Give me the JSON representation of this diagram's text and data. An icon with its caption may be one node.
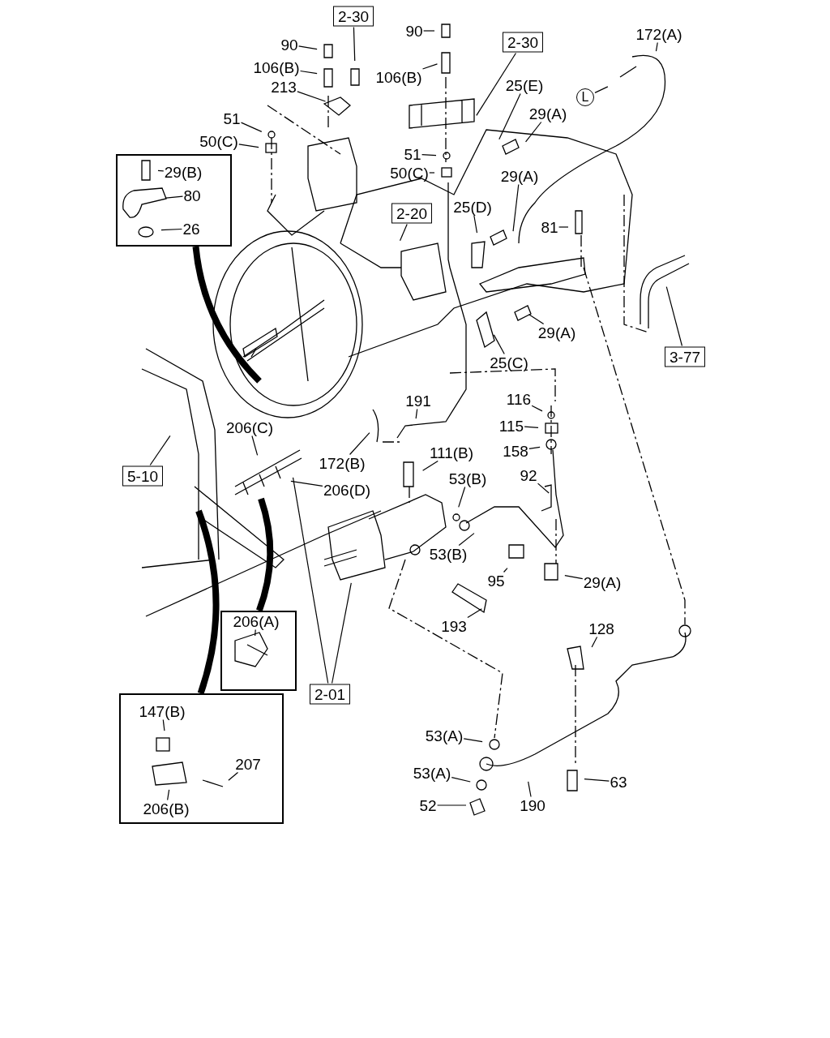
{
  "diagram": {
    "nodes": [
      {
        "text": [
          "2-30"
        ]
      },
      {
        "text": [
          "90"
        ]
      },
      {
        "text": [
          "106(B)"
        ]
      },
      {
        "text": [
          "213"
        ]
      },
      {
        "text": [
          "51"
        ]
      },
      {
        "text": [
          "50(C)"
        ]
      },
      {
        "text": [
          "90"
        ]
      },
      {
        "text": [
          "2-30"
        ]
      },
      {
        "text": [
          "172(A)"
        ]
      },
      {
        "text": [
          "106(B)"
        ]
      },
      {
        "text": [
          "25(E)"
        ]
      },
      {
        "text": [
          "L"
        ]
      },
      {
        "text": [
          "29(A)"
        ]
      },
      {
        "text": [],
        "shape": "box"
      },
      {
        "text": [
          "29(B)"
        ],
        "in": 13
      },
      {
        "text": [
          "80"
        ],
        "in": 13
      },
      {
        "text": [
          "26"
        ],
        "in": 13
      },
      {
        "text": [
          "51"
        ]
      },
      {
        "text": [
          "50(C)"
        ]
      },
      {
        "text": [
          "29(A)"
        ]
      },
      {
        "text": [
          "25(D)"
        ]
      },
      {
        "text": [
          "2-20"
        ]
      },
      {
        "text": [
          "81"
        ]
      },
      {
        "text": [
          "29(A)"
        ]
      },
      {
        "text": [
          "3-77"
        ]
      },
      {
        "text": [
          "25(C)"
        ]
      },
      {
        "text": [
          "116"
        ]
      },
      {
        "text": [
          "191"
        ]
      },
      {
        "text": [
          "115"
        ]
      },
      {
        "text": [
          "206(C)"
        ]
      },
      {
        "text": [
          "158"
        ]
      },
      {
        "text": [
          "111(B)"
        ]
      },
      {
        "text": [
          "172(B)"
        ]
      },
      {
        "text": [
          "5-10"
        ]
      },
      {
        "text": [
          "53(B)"
        ]
      },
      {
        "text": [
          "92"
        ]
      },
      {
        "text": [
          "206(D)"
        ]
      },
      {
        "text": [
          "53(B)"
        ]
      },
      {
        "text": [
          "95"
        ]
      },
      {
        "text": [
          "29(A)"
        ]
      },
      {
        "text": [],
        "shape": "box"
      },
      {
        "text": [
          "206(A)"
        ],
        "in": 40
      },
      {
        "text": [
          "193"
        ]
      },
      {
        "text": [
          "128"
        ]
      },
      {
        "text": [
          "2-01"
        ]
      },
      {
        "text": [],
        "shape": "box"
      },
      {
        "text": [
          "147(B)"
        ],
        "in": 45
      },
      {
        "text": [
          "207"
        ],
        "in": 45
      },
      {
        "text": [
          "206(B)"
        ],
        "in": 45
      },
      {
        "text": [
          "53(A)"
        ]
      },
      {
        "text": [
          "53(A)"
        ]
      },
      {
        "text": [
          "63"
        ]
      },
      {
        "text": [
          "52"
        ]
      },
      {
        "text": [
          "190"
        ]
      }
    ],
    "edges": [
      {
        "from": 0,
        "to": null,
        "arrow": "none"
      },
      {
        "from": 1,
        "to": null,
        "arrow": "none"
      },
      {
        "from": 2,
        "to": null,
        "arrow": "none"
      },
      {
        "from": 3,
        "to": null,
        "arrow": "none"
      },
      {
        "from": 4,
        "to": null,
        "arrow": "none"
      },
      {
        "from": 5,
        "to": null,
        "arrow": "none"
      },
      {
        "from": 6,
        "to": null,
        "arrow": "none"
      },
      {
        "from": 7,
        "to": null,
        "arrow": "none"
      },
      {
        "from": 8,
        "to": null,
        "arrow": "none"
      },
      {
        "from": 9,
        "to": null,
        "arrow": "none"
      },
      {
        "from": 10,
        "to": null,
        "arrow": "none"
      },
      {
        "from": 11,
        "to": null,
        "arrow": "none"
      },
      {
        "from": 12,
        "to": null,
        "arrow": "none"
      },
      {
        "from": 14,
        "to": null,
        "arrow": "none"
      },
      {
        "from": 15,
        "to": null,
        "arrow": "none"
      },
      {
        "from": 16,
        "to": null,
        "arrow": "none"
      },
      {
        "from": 17,
        "to": null,
        "arrow": "none"
      },
      {
        "from": 18,
        "to": null,
        "arrow": "none"
      },
      {
        "from": 19,
        "to": null,
        "arrow": "none"
      },
      {
        "from": 20,
        "to": null,
        "arrow": "none"
      },
      {
        "from": 21,
        "to": null,
        "arrow": "none"
      },
      {
        "from": 22,
        "to": null,
        "arrow": "none"
      },
      {
        "from": 23,
        "to": null,
        "arrow": "none"
      },
      {
        "from": 24,
        "to": null,
        "arrow": "none"
      },
      {
        "from": 25,
        "to": null,
        "arrow": "none"
      },
      {
        "from": 26,
        "to": null,
        "arrow": "none"
      },
      {
        "from": 27,
        "to": null,
        "arrow": "none"
      },
      {
        "from": 28,
        "to": null,
        "arrow": "none"
      },
      {
        "from": 29,
        "to": null,
        "arrow": "none"
      },
      {
        "from": 30,
        "to": null,
        "arrow": "none"
      },
      {
        "from": 31,
        "to": null,
        "arrow": "none"
      },
      {
        "from": 32,
        "to": null,
        "arrow": "none"
      },
      {
        "from": 33,
        "to": null,
        "arrow": "none"
      },
      {
        "from": 34,
        "to": null,
        "arrow": "none"
      },
      {
        "from": 35,
        "to": null,
        "arrow": "none"
      },
      {
        "from": 36,
        "to": null,
        "arrow": "none"
      },
      {
        "from": 37,
        "to": null,
        "arrow": "none"
      },
      {
        "from": 38,
        "to": null,
        "arrow": "none"
      },
      {
        "from": 39,
        "to": null,
        "arrow": "none"
      },
      {
        "from": 41,
        "to": null,
        "arrow": "none"
      },
      {
        "from": 42,
        "to": null,
        "arrow": "none"
      },
      {
        "from": 43,
        "to": null,
        "arrow": "none"
      },
      {
        "from": 44,
        "to": null,
        "arrow": "none"
      },
      {
        "from": 44,
        "to": null,
        "arrow": "none"
      },
      {
        "from": 46,
        "to": null,
        "arrow": "none"
      },
      {
        "from": 47,
        "to": null,
        "arrow": "none"
      },
      {
        "from": 48,
        "to": null,
        "arrow": "none"
      },
      {
        "from": 49,
        "to": null,
        "arrow": "none"
      },
      {
        "from": 50,
        "to": null,
        "arrow": "none"
      },
      {
        "from": 51,
        "to": null,
        "arrow": "none"
      },
      {
        "from": 52,
        "to": null,
        "arrow": "none"
      },
      {
        "from": 53,
        "to": null,
        "arrow": "none"
      },
      {
        "from": 13,
        "to": null,
        "arrow": "none",
        "style": "thick"
      },
      {
        "from": 40,
        "to": null,
        "arrow": "none",
        "style": "thick"
      },
      {
        "from": 45,
        "to": null,
        "arrow": "none",
        "style": "thick"
      }
    ]
  }
}
